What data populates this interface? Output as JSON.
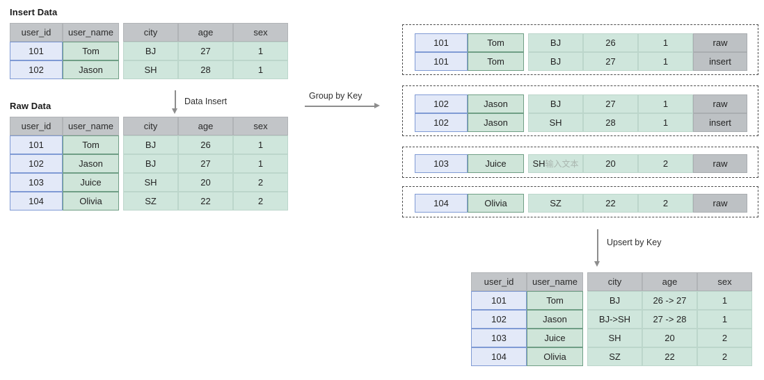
{
  "titles": {
    "insert_data": "Insert Data",
    "raw_data": "Raw Data"
  },
  "arrows": {
    "data_insert": "Data Insert",
    "group_by_key": "Group by Key",
    "upsert_by_key": "Upsert by Key"
  },
  "columns": {
    "user_id": "user_id",
    "user_name": "user_name",
    "city": "city",
    "age": "age",
    "sex": "sex"
  },
  "insert_table": {
    "headers": [
      "user_id",
      "user_name",
      "city",
      "age",
      "sex"
    ],
    "rows": [
      [
        "101",
        "Tom",
        "BJ",
        "27",
        "1"
      ],
      [
        "102",
        "Jason",
        "SH",
        "28",
        "1"
      ]
    ]
  },
  "raw_table": {
    "headers": [
      "user_id",
      "user_name",
      "city",
      "age",
      "sex"
    ],
    "rows": [
      [
        "101",
        "Tom",
        "BJ",
        "26",
        "1"
      ],
      [
        "102",
        "Jason",
        "BJ",
        "27",
        "1"
      ],
      [
        "103",
        "Juice",
        "SH",
        "20",
        "2"
      ],
      [
        "104",
        "Olivia",
        "SZ",
        "22",
        "2"
      ]
    ]
  },
  "groups": [
    {
      "key": "101",
      "rows": [
        {
          "user_id": "101",
          "user_name": "Tom",
          "city": "BJ",
          "age": "26",
          "sex": "1",
          "tag": "raw"
        },
        {
          "user_id": "101",
          "user_name": "Tom",
          "city": "BJ",
          "age": "27",
          "sex": "1",
          "tag": "insert"
        }
      ]
    },
    {
      "key": "102",
      "rows": [
        {
          "user_id": "102",
          "user_name": "Jason",
          "city": "BJ",
          "age": "27",
          "sex": "1",
          "tag": "raw"
        },
        {
          "user_id": "102",
          "user_name": "Jason",
          "city": "SH",
          "age": "28",
          "sex": "1",
          "tag": "insert"
        }
      ]
    },
    {
      "key": "103",
      "rows": [
        {
          "user_id": "103",
          "user_name": "Juice",
          "city": "SH",
          "city_placeholder": "输入文本",
          "age": "20",
          "sex": "2",
          "tag": "raw"
        }
      ]
    },
    {
      "key": "104",
      "rows": [
        {
          "user_id": "104",
          "user_name": "Olivia",
          "city": "SZ",
          "age": "22",
          "sex": "2",
          "tag": "raw"
        }
      ]
    }
  ],
  "result_table": {
    "headers": [
      "user_id",
      "user_name",
      "city",
      "age",
      "sex"
    ],
    "rows": [
      [
        "101",
        "Tom",
        "BJ",
        "26 -> 27",
        "1"
      ],
      [
        "102",
        "Jason",
        "BJ->SH",
        "27 -> 28",
        "1"
      ],
      [
        "103",
        "Juice",
        "SH",
        "20",
        "2"
      ],
      [
        "104",
        "Olivia",
        "SZ",
        "22",
        "2"
      ]
    ]
  },
  "colors": {
    "key_fill": "#e3e9f8",
    "key_border": "#7f9ad4",
    "name_fill": "#cfe5d9",
    "name_border": "#6f9e85",
    "value_fill": "#cfe6dc",
    "header_fill": "#c2c5c8",
    "tag_fill": "#bdc1c4",
    "arrow": "#8d8d8d",
    "dash_border": "#4a4a4a"
  }
}
